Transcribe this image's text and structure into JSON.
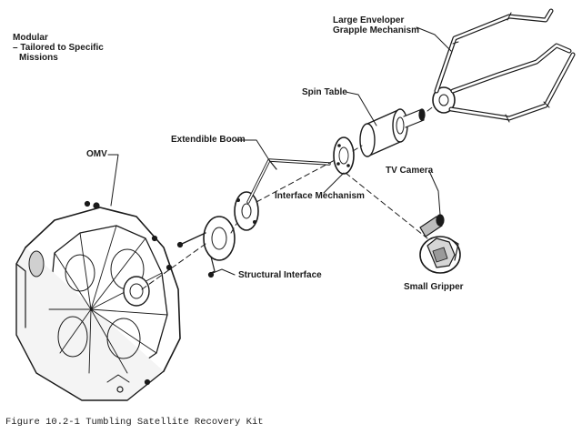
{
  "labels": {
    "modular_line1": "Modular",
    "modular_line2": "– Tailored to Specific",
    "modular_line3": "Missions",
    "large_enveloper_line1": "Large Enveloper",
    "large_enveloper_line2": "Grapple Mechanism",
    "spin_table": "Spin Table",
    "extendible_boom": "Extendible Boom",
    "omv": "OMV",
    "tv_camera": "TV Camera",
    "interface_mechanism": "Interface Mechanism",
    "structural_interface": "Structural Interface",
    "small_gripper": "Small Gripper"
  },
  "caption": "Figure 10.2-1  Tumbling Satellite Recovery Kit"
}
